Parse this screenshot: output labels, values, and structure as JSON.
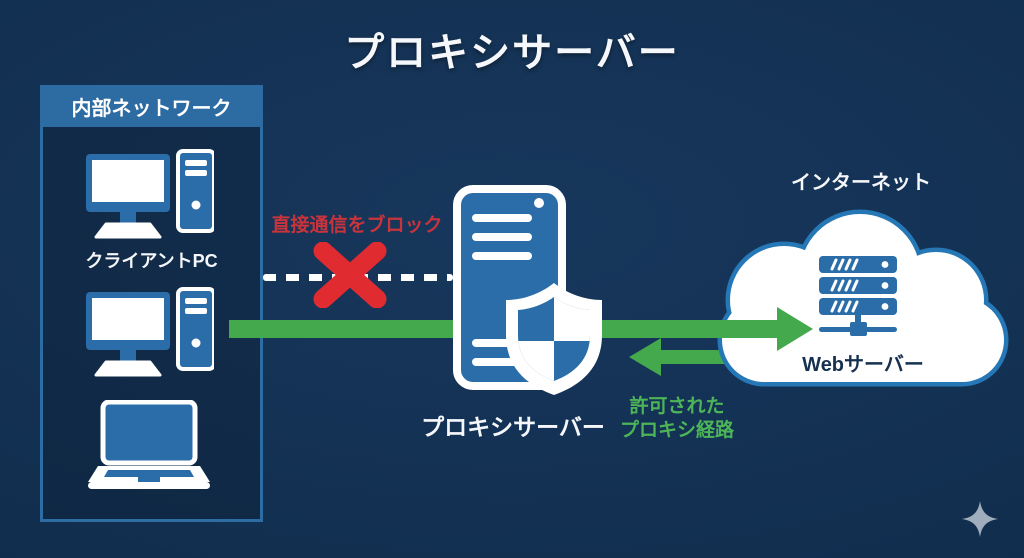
{
  "title": "プロキシサーバー",
  "internal_network": {
    "header": "内部ネットワーク",
    "client_label": "クライアントPC"
  },
  "proxy_server": {
    "label": "プロキシサーバー"
  },
  "internet": {
    "label": "インターネット",
    "web_server": "Webサーバー"
  },
  "blocked_route": {
    "label": "直接通信をブロック"
  },
  "allowed_route": {
    "line1": "許可された",
    "line2": "プロキシ経路"
  },
  "icons": {
    "desktop_pc": "monitor-and-tower shape",
    "laptop": "laptop shape",
    "server_tower": "proxy server tower shape",
    "security_shield": "checkered shield shape",
    "cloud": "internet cloud shape",
    "server_rack": "stacked server units shape",
    "x_mark": "✕",
    "arrow_right": "→",
    "arrow_left": "←",
    "sparkle": "✦"
  },
  "colors": {
    "background": "#122f50",
    "accent_blue": "#2a6da8",
    "panel_blue": "#2d6ca3",
    "border_blue": "#2e6da4",
    "cloud_outline": "#2577b5",
    "green": "#44a94d",
    "green_text": "#4db558",
    "red": "#e02b30",
    "red_text": "#c9343c",
    "dark_navy_text": "#16314f",
    "sparkle_gray": "#9fadbd"
  }
}
